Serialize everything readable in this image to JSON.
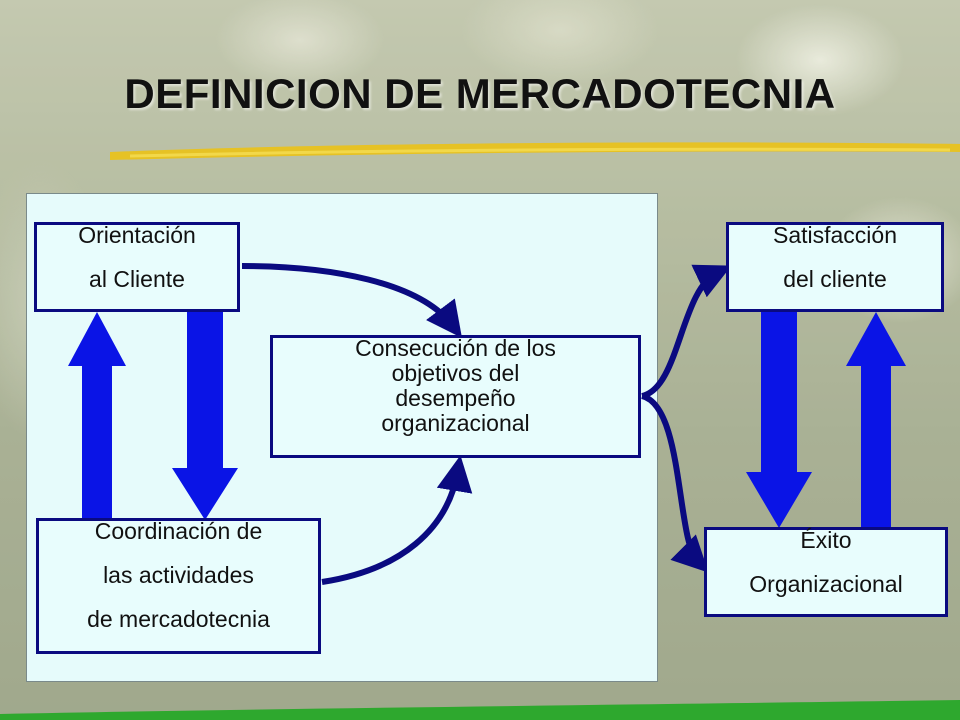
{
  "title": "DEFINICION DE MERCADOTECNIA",
  "nodes": {
    "orientacion": {
      "line1": "Orientación",
      "line2": "al Cliente"
    },
    "coordinacion": {
      "line1": "Coordinación de",
      "line2": "las actividades",
      "line3": "de mercadotecnia"
    },
    "consecucion": {
      "line1": "Consecución de los",
      "line2": "objetivos del",
      "line3": "desempeño",
      "line4": "organizacional"
    },
    "satisfaccion": {
      "line1": "Satisfacción",
      "line2": "del cliente"
    },
    "exito": {
      "line1": "Éxito",
      "line2": "Organizacional"
    }
  },
  "colors": {
    "node_border": "#0a0a80",
    "node_fill": "#e8fdfd",
    "panel_fill": "#e6fbfb",
    "block_arrow": "#0a14e6",
    "curve_arrow": "#0a0a80",
    "title_underline": "#e8c21e"
  }
}
